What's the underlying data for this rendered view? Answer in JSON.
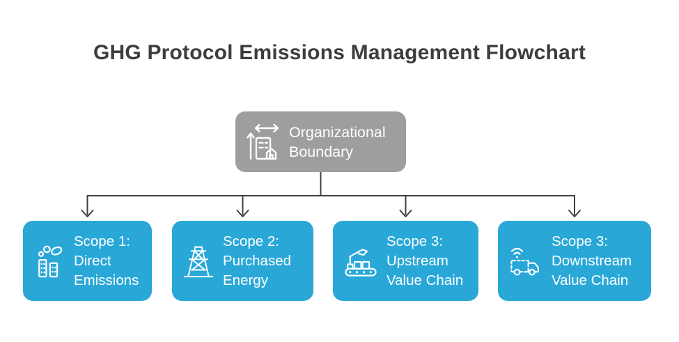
{
  "title": "GHG Protocol Emissions Management Flowchart",
  "root": {
    "icon": "organizational-boundary-icon",
    "line1": "Organizational",
    "line2": "Boundary"
  },
  "nodes": [
    {
      "icon": "factory-emissions-icon",
      "line1": "Scope 1:",
      "line2": "Direct",
      "line3": "Emissions"
    },
    {
      "icon": "power-tower-icon",
      "line1": "Scope 2:",
      "line2": "Purchased",
      "line3": "Energy"
    },
    {
      "icon": "conveyor-robot-icon",
      "line1": "Scope 3:",
      "line2": "Upstream",
      "line3": "Value Chain"
    },
    {
      "icon": "delivery-truck-icon",
      "line1": "Scope 3:",
      "line2": "Downstream",
      "line3": "Value Chain"
    }
  ],
  "edges": [
    {
      "from": "Organizational Boundary",
      "to": "Scope 1: Direct Emissions"
    },
    {
      "from": "Organizational Boundary",
      "to": "Scope 2: Purchased Energy"
    },
    {
      "from": "Organizational Boundary",
      "to": "Scope 3: Upstream Value Chain"
    },
    {
      "from": "Organizational Boundary",
      "to": "Scope 3: Downstream Value Chain"
    }
  ],
  "colors": {
    "node_blue": "#29a8d8",
    "root_gray": "#9e9e9e",
    "connector": "#3f3f3f",
    "title_text": "#3d3d3d",
    "node_text": "#ffffff",
    "background": "#ffffff"
  }
}
